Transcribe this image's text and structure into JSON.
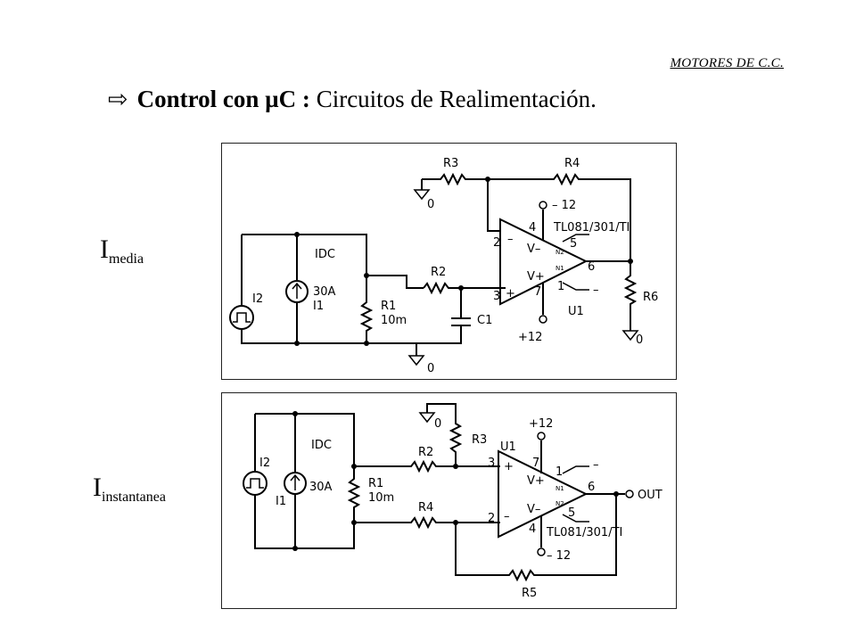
{
  "header": "MOTORES DE C.C.",
  "title": {
    "arrow": "⇨",
    "bold": "Control con µC :",
    "rest": " Circuitos de Realimentación."
  },
  "labels": {
    "media": {
      "main": "I",
      "sub": "media"
    },
    "instantanea": {
      "main": "I",
      "sub": "instantanea"
    }
  },
  "circuit1": {
    "r3": "R3",
    "r4": "R4",
    "r2": "R2",
    "r1": "R1",
    "r1_val": "10m",
    "r6": "R6",
    "c1": "C1",
    "idc": "IDC",
    "i2": "I2",
    "i1": "I1",
    "i1_val": "30A",
    "vminus_supply": "– 12",
    "vplus_supply": "+12",
    "opamp": "TL081/301/TI",
    "u1": "U1",
    "gnd": "0",
    "gnd2": "0",
    "gnd3": "0",
    "pin2": "2",
    "pin3": "3",
    "pin4": "4",
    "pin7": "7",
    "pin5": "5",
    "pin1": "1",
    "pin6": "6",
    "vm": "V–",
    "vp": "V+",
    "n2": "N2",
    "n1": "N1",
    "minus": "–",
    "plus": "+"
  },
  "circuit2": {
    "r2": "R2",
    "r3": "R3",
    "r4": "R4",
    "r5": "R5",
    "r1": "R1",
    "r1_val": "10m",
    "idc": "IDC",
    "i2": "I2",
    "i1": "I1",
    "i1_val": "30A",
    "vplus_supply": "+12",
    "vminus_supply": "– 12",
    "opamp": "TL081/301/TI",
    "u1": "U1",
    "out": "OUT",
    "gnd": "0",
    "pin2": "2",
    "pin3": "3",
    "pin4": "4",
    "pin7": "7",
    "pin5": "5",
    "pin1": "1",
    "pin6": "6",
    "vm": "V–",
    "vp": "V+",
    "n2": "N2",
    "n1": "N1",
    "minus": "–",
    "plus": "+"
  }
}
